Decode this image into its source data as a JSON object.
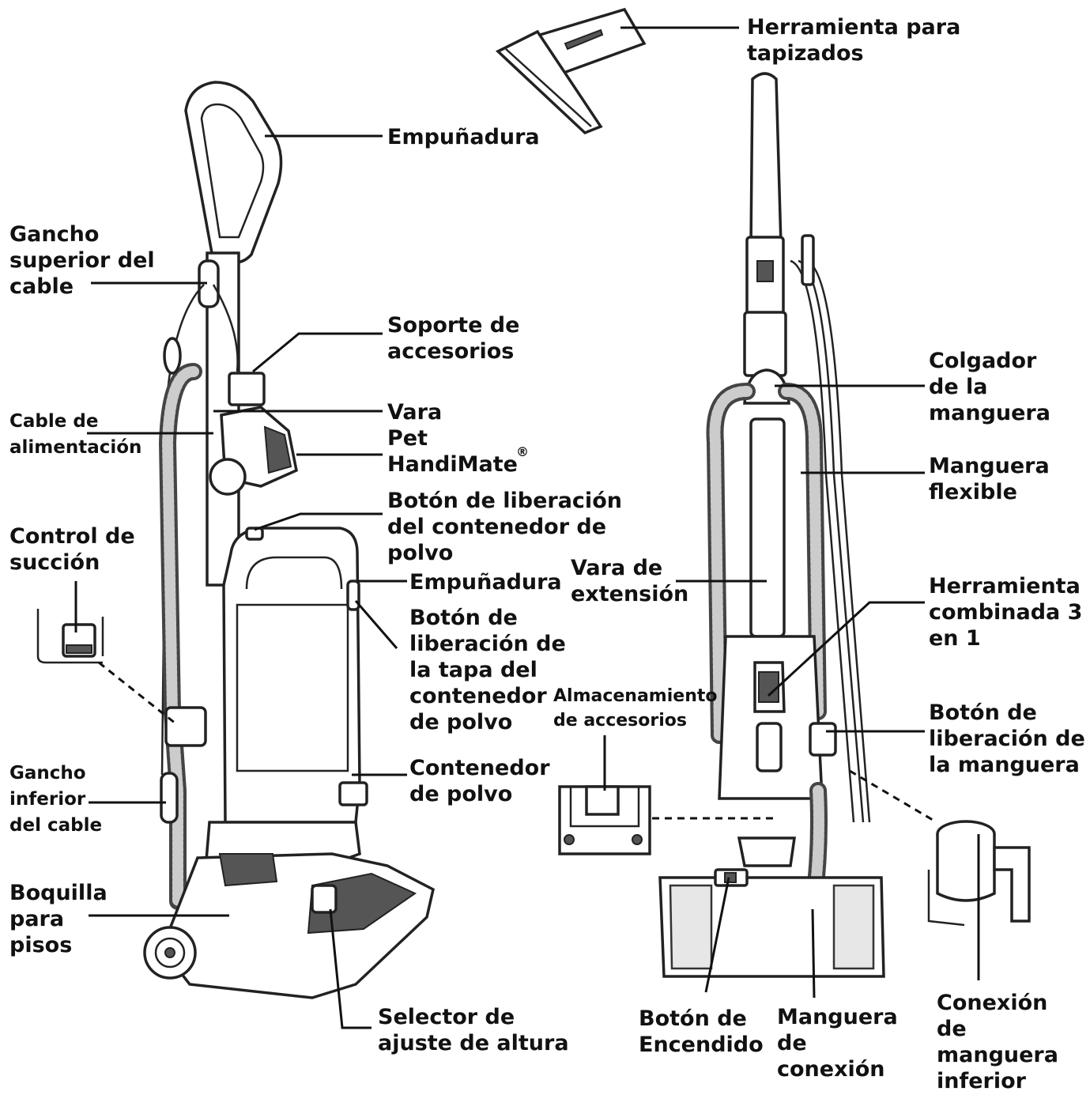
{
  "labels": {
    "herramienta_tapizados": "Herramienta para\ntapizados",
    "empunadura_top": "Empuñadura",
    "gancho_superior": "Gancho\nsuperior del\ncable",
    "soporte_accesorios": "Soporte de\naccesorios",
    "cable_alimentacion": "Cable de\nalimentación",
    "vara_pet": "Vara\nPet\nHandiMate",
    "registered": "®",
    "boton_liberacion_contenedor": "Botón de liberación\ndel contenedor de\npolvo",
    "control_succion": "Control de\nsucción",
    "empunadura_mid": "Empuñadura",
    "boton_tapa": "Botón de\nliberación de\nla tapa del\ncontenedor\nde polvo",
    "contenedor_polvo": "Contenedor\nde polvo",
    "gancho_inferior": "Gancho\ninferior\ndel cable",
    "boquilla_pisos": "Boquilla\npara\npisos",
    "selector_altura": "Selector de\najuste de altura",
    "colgador_manguera": "Colgador\nde la\nmanguera",
    "manguera_flexible": "Manguera\nflexible",
    "vara_extension": "Vara de\nextensión",
    "herramienta_combinada": "Herramienta\ncombinada 3\nen 1",
    "almacenamiento_accesorios": "Almacenamiento\nde accesorios",
    "boton_liberacion_manguera": "Botón de\nliberación de\nla manguera",
    "boton_encendido": "Botón de\nEncendido",
    "manguera_conexion": "Manguera\nde\nconexión",
    "conexion_manguera_inferior": "Conexión\nde\nmanguera\ninferior"
  }
}
